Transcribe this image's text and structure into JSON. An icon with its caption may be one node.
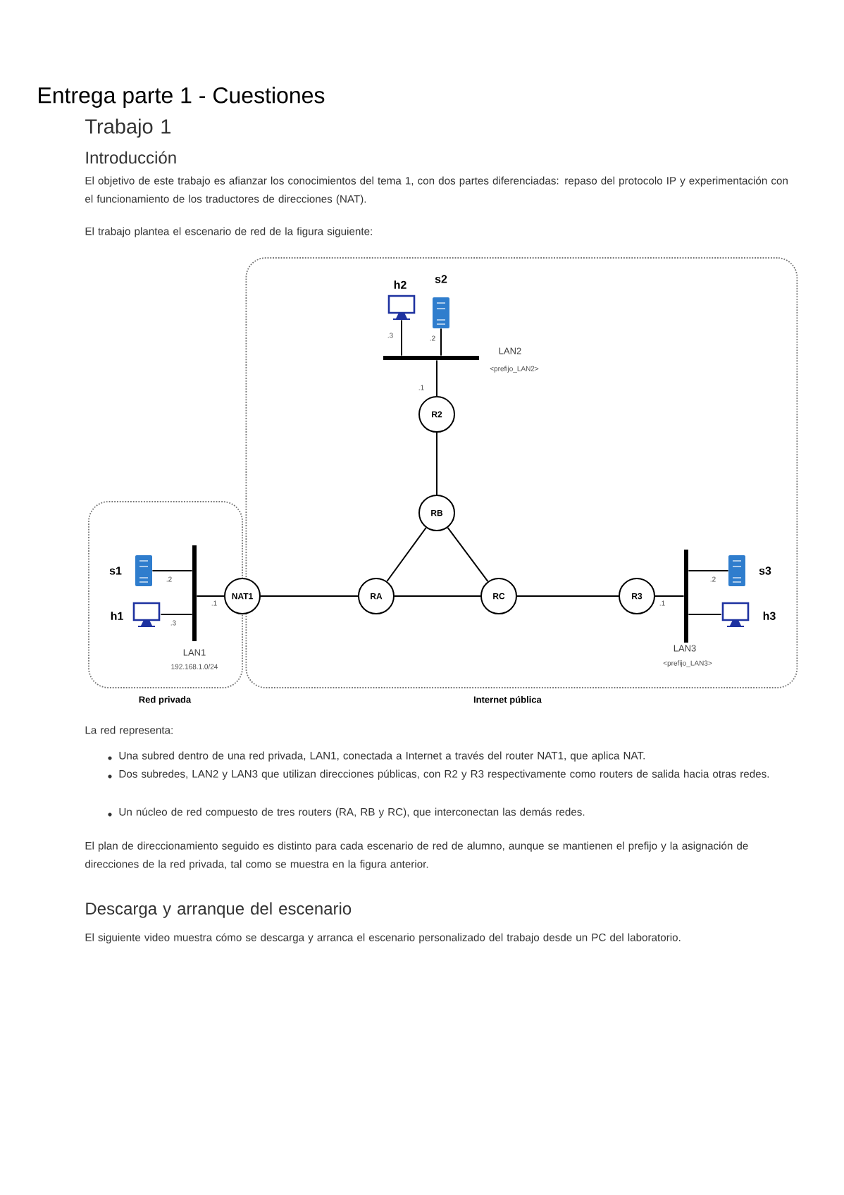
{
  "diagram": {
    "title": "Entrega parte 1 - Cuestiones",
    "nodes": [
      {
        "text": [
          "Internet pública"
        ]
      },
      {
        "text": [
          "h2"
        ],
        "in": 0
      },
      {
        "text": [
          "s2"
        ],
        "in": 0
      },
      {
        "text": [
          "LAN2"
        ],
        "beside": [
          "<prefijo_LAN2>"
        ],
        "in": 0
      },
      {
        "text": [
          "R2"
        ],
        "in": 0
      },
      {
        "text": [
          "RB"
        ],
        "in": 0
      },
      {
        "text": [
          "Red privada"
        ]
      },
      {
        "text": [
          "s1"
        ],
        "in": 6
      },
      {
        "text": [
          "h1"
        ],
        "in": 6
      },
      {
        "text": [
          "LAN1"
        ],
        "beside": [
          "192.168.1.0/24"
        ],
        "in": 6
      },
      {
        "text": [
          "NAT1"
        ]
      },
      {
        "text": [
          "RA"
        ],
        "in": 0
      },
      {
        "text": [
          "RC"
        ],
        "in": 0
      },
      {
        "text": [
          "R3"
        ],
        "in": 0
      },
      {
        "text": [
          "LAN3"
        ],
        "beside": [
          "<prefijo_LAN3>"
        ],
        "in": 0
      },
      {
        "text": [
          "s3"
        ],
        "in": 0
      },
      {
        "text": [
          "h3"
        ],
        "in": 0
      }
    ],
    "edges": [
      {
        "from": 1,
        "to": 3,
        "arrow": "none",
        "label": ".3"
      },
      {
        "from": 2,
        "to": 3,
        "arrow": "none",
        "label": ".2"
      },
      {
        "from": 3,
        "to": 4,
        "arrow": "none",
        "label": ".1"
      },
      {
        "from": 4,
        "to": 5,
        "arrow": "none"
      },
      {
        "from": 5,
        "to": 11,
        "arrow": "none"
      },
      {
        "from": 5,
        "to": 12,
        "arrow": "none"
      },
      {
        "from": 7,
        "to": 9,
        "arrow": "none",
        "label": ".2"
      },
      {
        "from": 8,
        "to": 9,
        "arrow": "none",
        "label": ".3"
      },
      {
        "from": 9,
        "to": 10,
        "arrow": "none",
        "label": ".1"
      },
      {
        "from": 10,
        "to": 11,
        "arrow": "none"
      },
      {
        "from": 11,
        "to": 12,
        "arrow": "none"
      },
      {
        "from": 12,
        "to": 13,
        "arrow": "none"
      },
      {
        "from": 13,
        "to": 14,
        "arrow": "none",
        "label": ".1"
      },
      {
        "from": 14,
        "to": 15,
        "arrow": "none",
        "label": ".2"
      },
      {
        "from": 14,
        "to": 16,
        "arrow": "none"
      }
    ],
    "labels": [
      "Trabajo 1",
      "Introducción",
      "El objetivo de este trabajo es afianzar los conocimientos del tema 1, con dos partes diferenciadas: repaso del protocolo IP y experimentación con el funcionamiento de los traductores de direcciones (NAT).",
      "El trabajo plantea el escenario de red de la figura siguiente:",
      "La red representa:",
      "Una subred dentro de una red privada, LAN1, conectada a Internet a través del router NAT1, que aplica NAT.",
      "Dos subredes, LAN2 y LAN3 que utilizan direcciones públicas, con R2 y R3 respectivamente como routers de salida hacia otras redes.",
      "Un núcleo de red compuesto de tres routers (RA, RB y RC), que interconectan las demás redes.",
      "El plan de direccionamiento seguido es distinto para cada escenario de red de alumno, aunque se mantienen el prefijo y la asignación de direcciones de la red privada, tal como se muestra en la figura anterior.",
      "Descarga y arranque del escenario",
      "El siguiente video muestra cómo se descarga y arranca el escenario personalizado del trabajo desde un PC del laboratorio."
    ]
  }
}
